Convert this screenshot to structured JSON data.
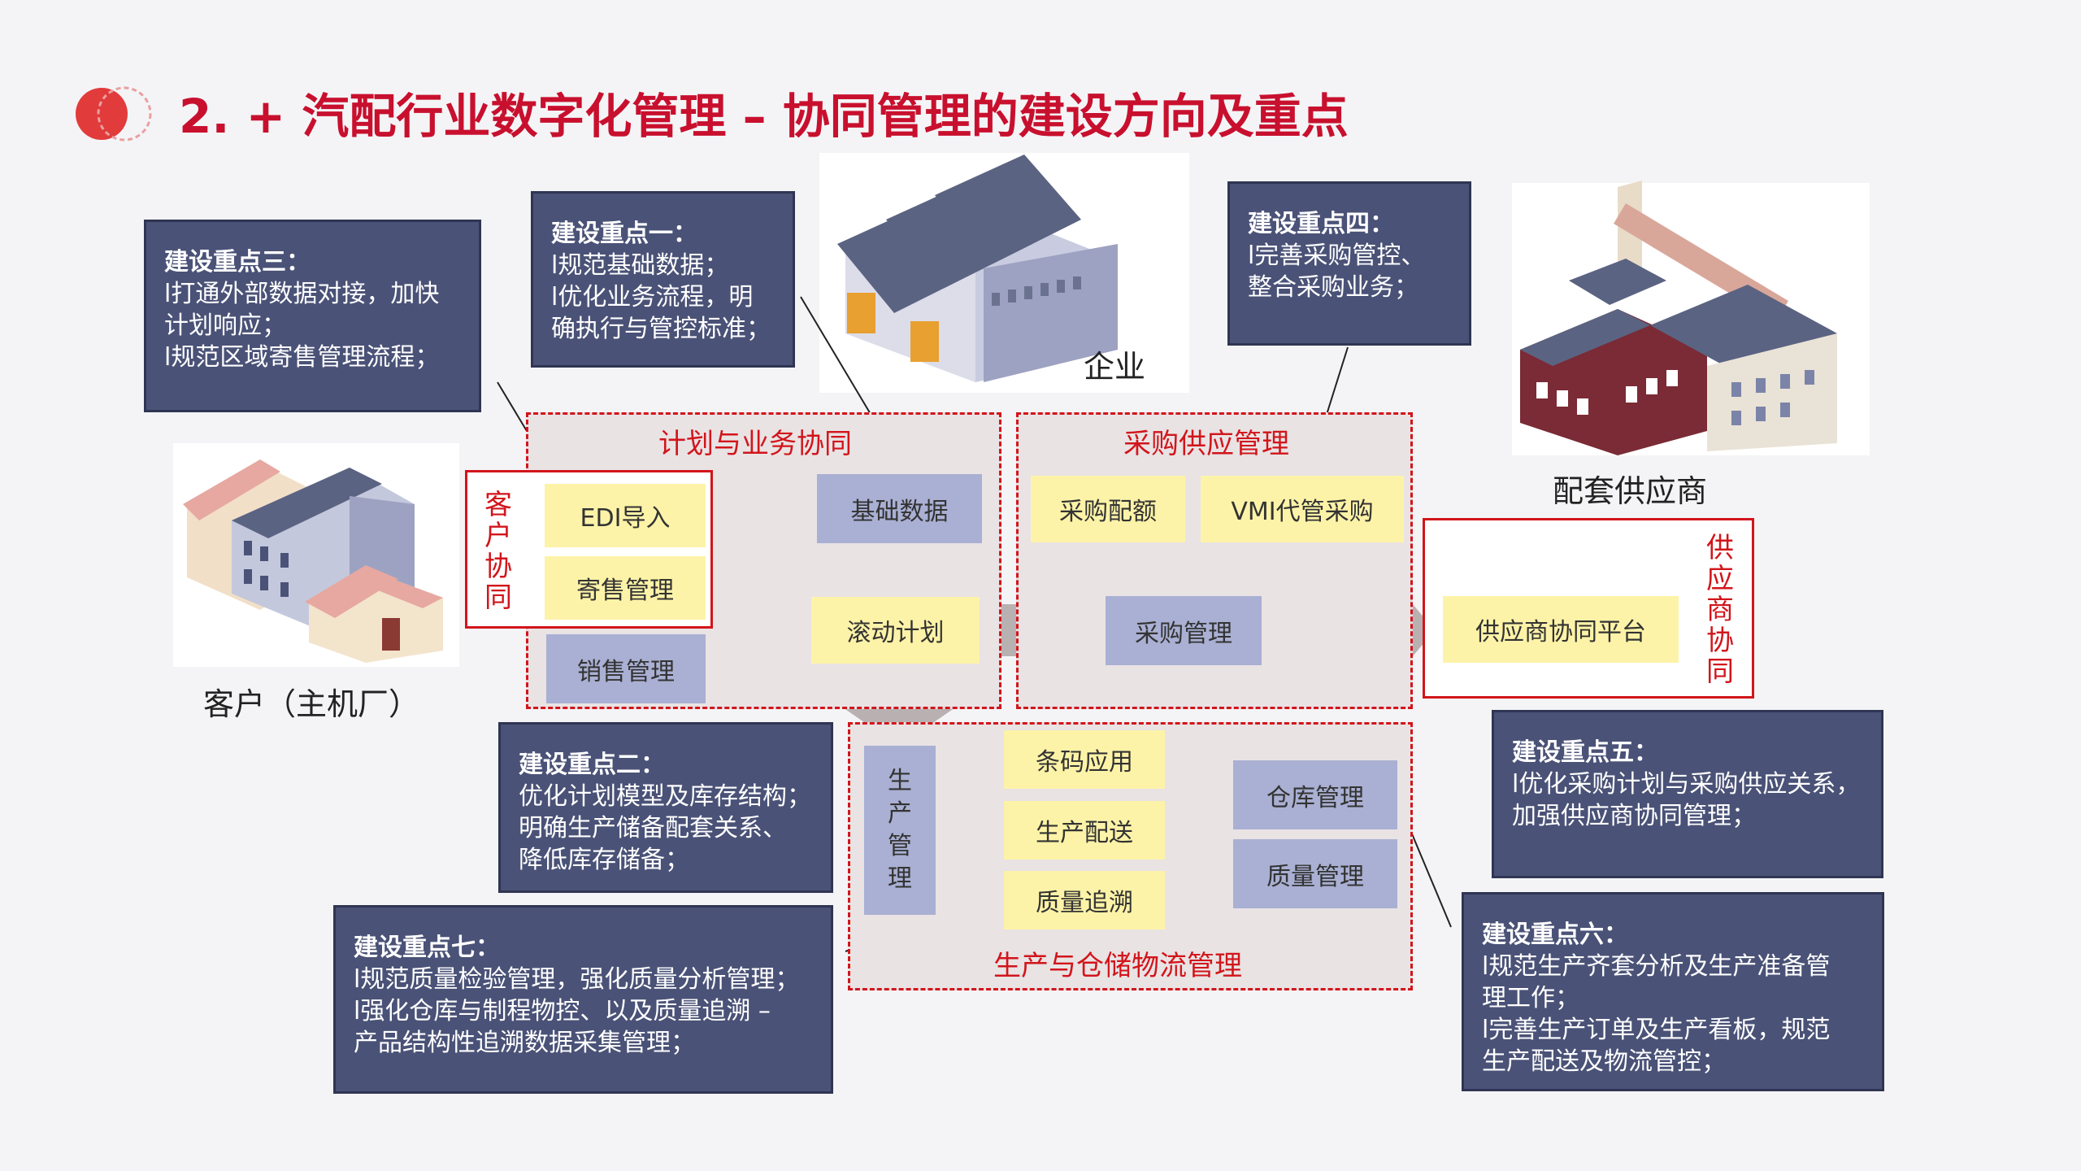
{
  "title": "2.  + 汽配行业数字化管理 – 协同管理的建设方向及重点",
  "colors": {
    "accent": "#c8102e",
    "navy": "#4a5277",
    "yellow": "#fdf3a8",
    "lavender": "#aab0d3",
    "zone_border": "#d2151b",
    "arrow": "#b9b1b1"
  },
  "icons": {
    "logo": "red-dots-logo",
    "customer": "customer-factory-building",
    "enterprise": "enterprise-factory-building",
    "supplier": "supplier-factory-building"
  },
  "labels": {
    "enterprise": "企业",
    "supplier": "配套供应商",
    "customer": "客户（主机厂）"
  },
  "zones": {
    "plan": "计划与业务协同",
    "purchase": "采购供应管理",
    "production": "生产与仓储物流管理",
    "customer_collab": "客户协同",
    "supplier_collab": "供应商协同"
  },
  "boxes": {
    "edi": "EDI导入",
    "consign": "寄售管理",
    "sales": "销售管理",
    "basic": "基础数据",
    "rolling": "滚动计划",
    "quota": "采购配额",
    "vmi": "VMI代管采购",
    "purchase_mgmt": "采购管理",
    "supplier_platform": "供应商协同平台",
    "barcode": "条码应用",
    "prod_delivery": "生产配送",
    "quality_trace": "质量追溯",
    "warehouse": "仓库管理",
    "quality_mgmt": "质量管理",
    "prod_mgmt": "生产管理"
  },
  "notes": {
    "n1": {
      "heading": "建设重点一：",
      "lines": [
        "l规范基础数据；",
        "l优化业务流程，明",
        "确执行与管控标准；"
      ]
    },
    "n2": {
      "heading": "建设重点二：",
      "lines": [
        "优化计划模型及库存结构；",
        "明确生产储备配套关系、",
        "降低库存储备；"
      ]
    },
    "n3": {
      "heading": "建设重点三：",
      "lines": [
        "l打通外部数据对接，加快",
        "计划响应；",
        "l规范区域寄售管理流程；"
      ]
    },
    "n4": {
      "heading": "建设重点四：",
      "lines": [
        "l完善采购管控、",
        "整合采购业务；"
      ]
    },
    "n5": {
      "heading": "建设重点五：",
      "lines": [
        "l优化采购计划与采购供应关系，",
        "加强供应商协同管理；"
      ]
    },
    "n6": {
      "heading": "建设重点六：",
      "lines": [
        "l规范生产齐套分析及生产准备管",
        "理工作；",
        "l完善生产订单及生产看板，规范",
        "生产配送及物流管控；"
      ]
    },
    "n7": {
      "heading": "建设重点七：",
      "lines": [
        "l规范质量检验管理，强化质量分析管理；",
        "l强化仓库与制程物控、以及质量追溯 –",
        "产品结构性追溯数据采集管理；"
      ]
    }
  }
}
